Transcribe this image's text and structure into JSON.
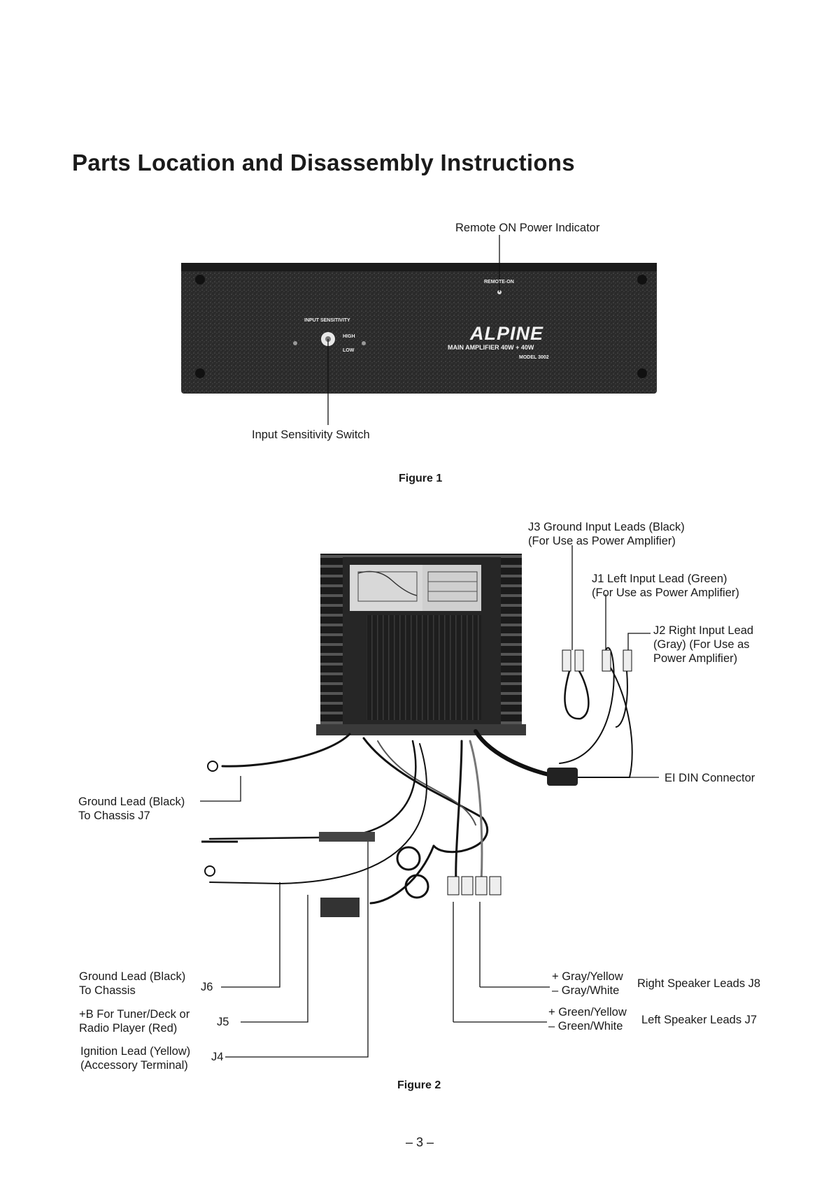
{
  "page": {
    "title": "Parts Location and Disassembly Instructions",
    "page_number": "– 3 –"
  },
  "figure1": {
    "caption": "Figure 1",
    "callout_top": "Remote ON Power Indicator",
    "callout_bottom": "Input Sensitivity Switch",
    "panel": {
      "brand": "ALPINE",
      "product": "MAIN AMPLIFIER  40W + 40W",
      "model": "MODEL 3002",
      "remote_label": "REMOTE-ON",
      "sens_label": "INPUT SENSITIVITY",
      "high_label": "HIGH",
      "low_label": "LOW"
    }
  },
  "figure2": {
    "caption": "Figure 2",
    "j3": {
      "line1": "J3 Ground Input Leads (Black)",
      "line2": "(For Use as Power Amplifier)"
    },
    "j1": {
      "line1": "J1 Left Input Lead (Green)",
      "line2": "(For Use as Power Amplifier)"
    },
    "j2": {
      "line1": "J2 Right Input Lead",
      "line2": "(Gray) (For Use as",
      "line3": "Power Amplifier)"
    },
    "ei": "EI DIN Connector",
    "ground_j7": {
      "line1": "Ground Lead (Black)",
      "line2": "To Chassis J7"
    },
    "j6": {
      "line1": "Ground Lead (Black)",
      "line2": "To Chassis",
      "code": "J6"
    },
    "j5": {
      "line1": "+B For Tuner/Deck or",
      "line2": "Radio Player (Red)",
      "code": "J5"
    },
    "j4": {
      "line1": "Ignition Lead (Yellow)",
      "line2": "(Accessory Terminal)",
      "code": "J4"
    },
    "right_spk": {
      "plus": "+ Gray/Yellow",
      "minus": "– Gray/White",
      "label": "Right Speaker Leads J8"
    },
    "left_spk": {
      "plus": "+ Green/Yellow",
      "minus": "– Green/White",
      "label": "Left Speaker Leads J7"
    }
  }
}
